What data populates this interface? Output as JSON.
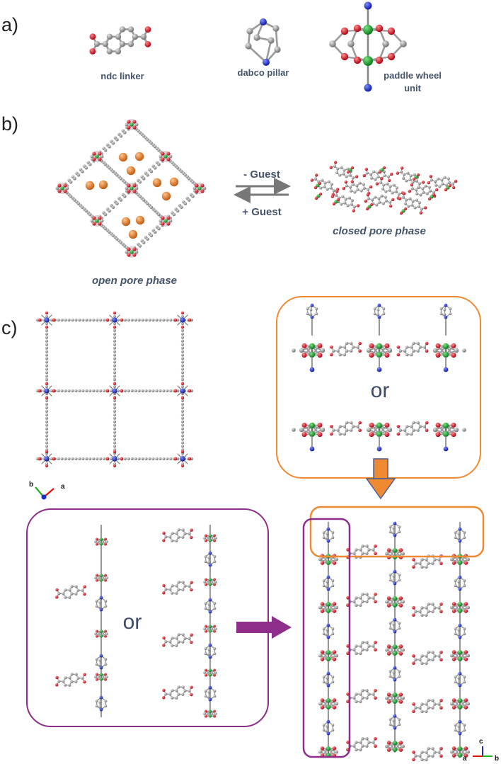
{
  "panel_labels": {
    "a": "a)",
    "b": "b)",
    "c": "c)"
  },
  "panel_a": {
    "ndc_label": "ndc linker",
    "dabco_label": "dabco pillar",
    "paddle_label_line1": "paddle wheel",
    "paddle_label_line2": "unit"
  },
  "panel_b": {
    "minus_guest": "- Guest",
    "plus_guest": "+ Guest",
    "open_phase": "open pore phase",
    "closed_phase": "closed pore phase"
  },
  "panel_c": {
    "or_top": "or",
    "or_left": "or",
    "axes_top": {
      "x": "a",
      "y": "b"
    },
    "axes_bottom": {
      "x": "a",
      "y": "b",
      "z": "c"
    }
  },
  "colors": {
    "carbon": "#8c8c8c",
    "oxygen": "#e0101a",
    "nitrogen": "#1a2fd0",
    "zinc": "#14a02a",
    "guest": "#e8802a",
    "orange_frame": "#ef8a33",
    "purple_frame": "#8e2d8a",
    "text": "#44546a"
  }
}
